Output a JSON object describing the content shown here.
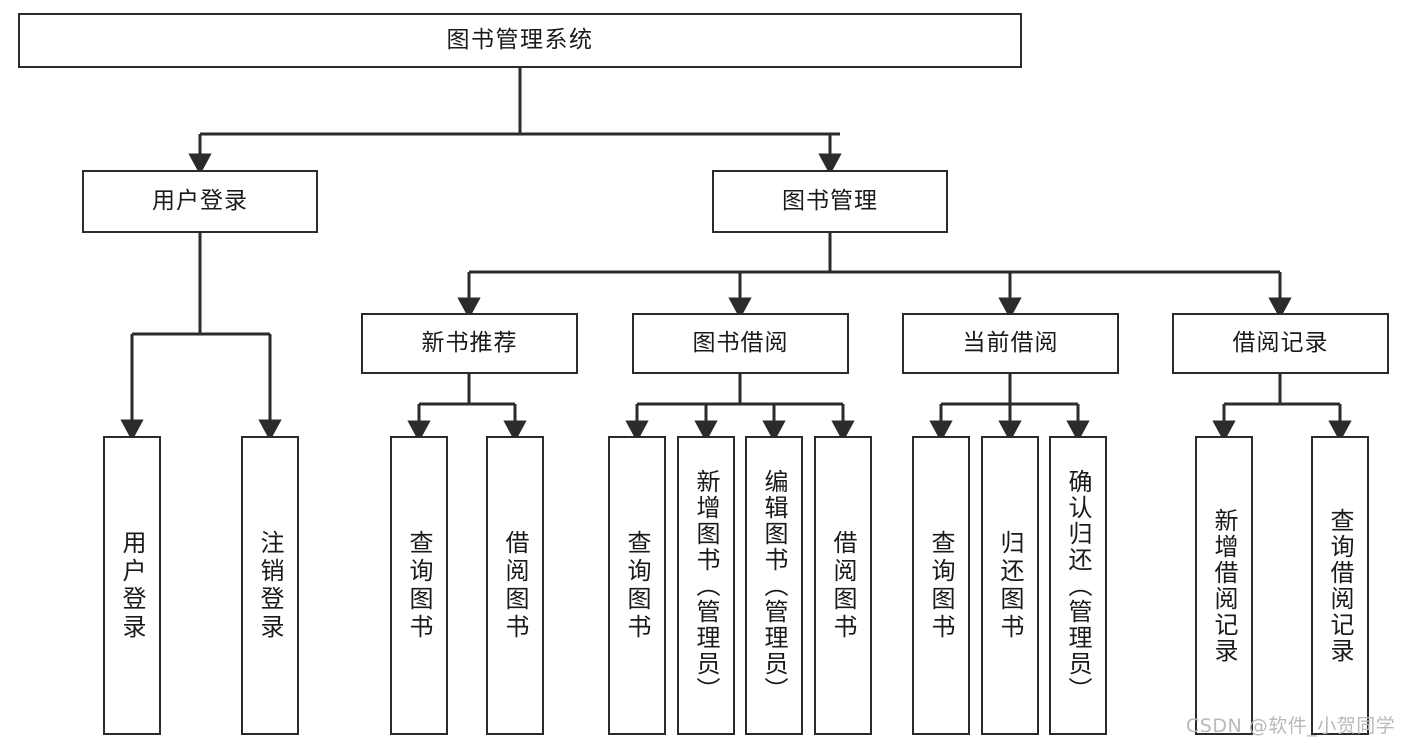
{
  "diagram": {
    "title": "图书管理系统",
    "watermark": "CSDN @软件_小贺同学",
    "stroke_color": "#2b2b2b",
    "box_fill": "#ffffff",
    "text_color": "#1a1a1a",
    "watermark_color": "#b9b9b9",
    "nodes": {
      "root": "图书管理系统",
      "l1_user_login": "用户登录",
      "l1_book_manage": "图书管理",
      "l2_new_book_rec": "新书推荐",
      "l2_book_borrow": "图书借阅",
      "l2_current_borrow": "当前借阅",
      "l2_borrow_record": "借阅记录",
      "leaf_user_login": "用户登录",
      "leaf_logout": "注销登录",
      "leaf_query_book_rec": "查询图书",
      "leaf_borrow_book_rec": "借阅图书",
      "leaf_query_book_borrow": "查询图书",
      "leaf_add_book": "新增图书（管理员）",
      "leaf_edit_book": "编辑图书（管理员）",
      "leaf_borrow_book": "借阅图书",
      "leaf_query_book_current": "查询图书",
      "leaf_return_book": "归还图书",
      "leaf_confirm_return": "确认归还（管理员）",
      "leaf_add_record": "新增借阅记录",
      "leaf_query_record": "查询借阅记录"
    },
    "tree": {
      "name": "图书管理系统",
      "children": [
        {
          "name": "用户登录",
          "children": [
            {
              "name": "用户登录"
            },
            {
              "name": "注销登录"
            }
          ]
        },
        {
          "name": "图书管理",
          "children": [
            {
              "name": "新书推荐",
              "children": [
                {
                  "name": "查询图书"
                },
                {
                  "name": "借阅图书"
                }
              ]
            },
            {
              "name": "图书借阅",
              "children": [
                {
                  "name": "查询图书"
                },
                {
                  "name": "新增图书（管理员）"
                },
                {
                  "name": "编辑图书（管理员）"
                },
                {
                  "name": "借阅图书"
                }
              ]
            },
            {
              "name": "当前借阅",
              "children": [
                {
                  "name": "查询图书"
                },
                {
                  "name": "归还图书"
                },
                {
                  "name": "确认归还（管理员）"
                }
              ]
            },
            {
              "name": "借阅记录",
              "children": [
                {
                  "name": "新增借阅记录"
                },
                {
                  "name": "查询借阅记录"
                }
              ]
            }
          ]
        }
      ]
    }
  }
}
